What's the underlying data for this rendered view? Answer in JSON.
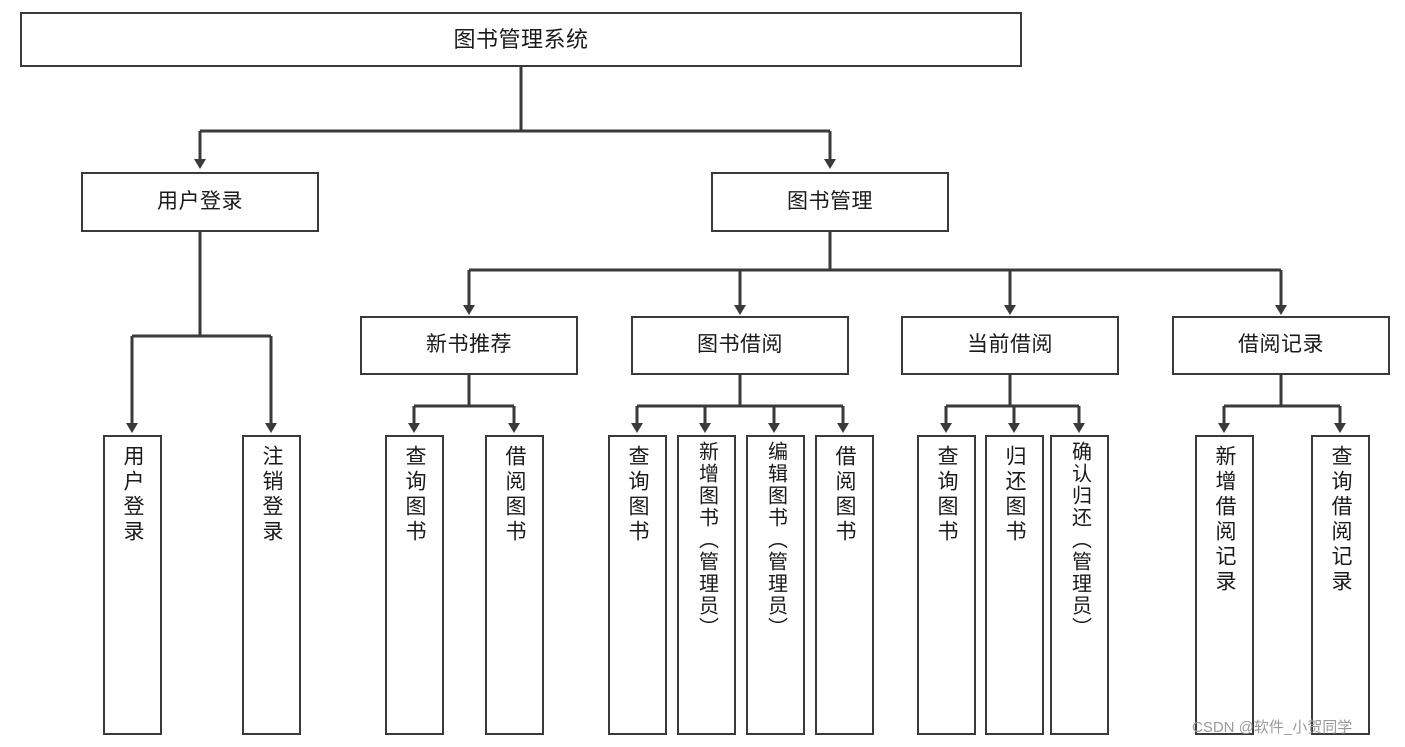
{
  "diagram": {
    "title": "图书管理系统",
    "type": "hierarchy-tree",
    "watermark": "CSDN @软件_小贺同学",
    "colors": {
      "box_border": "#3a3a3a",
      "connector": "#3a3a3a",
      "background": "#ffffff",
      "text": "#1a1a1a",
      "watermark": "#9a9a9a"
    },
    "root": {
      "label": "图书管理系统"
    },
    "level2": [
      {
        "label": "用户登录"
      },
      {
        "label": "图书管理"
      }
    ],
    "level3": [
      {
        "label": "新书推荐"
      },
      {
        "label": "图书借阅"
      },
      {
        "label": "当前借阅"
      },
      {
        "label": "借阅记录"
      }
    ],
    "leaves": {
      "user_login": [
        {
          "label": "用户登录"
        },
        {
          "label": "注销登录"
        }
      ],
      "new_book_recommend": [
        {
          "label": "查询图书"
        },
        {
          "label": "借阅图书"
        }
      ],
      "book_borrow": [
        {
          "label": "查询图书"
        },
        {
          "label": "新增图书（管理员）"
        },
        {
          "label": "编辑图书（管理员）"
        },
        {
          "label": "借阅图书"
        }
      ],
      "current_borrow": [
        {
          "label": "查询图书"
        },
        {
          "label": "归还图书"
        },
        {
          "label": "确认归还（管理员）"
        }
      ],
      "borrow_record": [
        {
          "label": "新增借阅记录"
        },
        {
          "label": "查询借阅记录"
        }
      ]
    }
  }
}
